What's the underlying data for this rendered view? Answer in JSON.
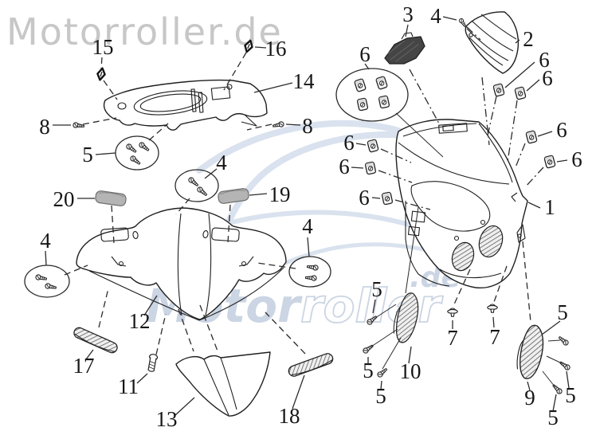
{
  "watermark": {
    "header": "Motorroller.de",
    "center_solid": "Motor",
    "center_outline": "roller",
    "center_de": ".de"
  },
  "callouts": {
    "c15": "15",
    "c16": "16",
    "c14": "14",
    "c8l": "8",
    "c8r": "8",
    "c5top": "5",
    "c4mid": "4",
    "c20": "20",
    "c19": "19",
    "c4left": "4",
    "c4right": "4",
    "c12": "12",
    "c17": "17",
    "c11": "11",
    "c13": "13",
    "c18": "18",
    "c3": "3",
    "c4screw": "4",
    "c2": "2",
    "c6grp": "6",
    "c6a": "6",
    "c6b": "6",
    "c6c": "6",
    "c6d": "6",
    "c6e": "6",
    "c6f": "6",
    "c6g": "6",
    "c1": "1",
    "c5a": "5",
    "c5b": "5",
    "c5c": "5",
    "c10": "10",
    "c7a": "7",
    "c7b": "7",
    "c9": "9",
    "c5d": "5",
    "c5e": "5",
    "c5f": "5"
  }
}
